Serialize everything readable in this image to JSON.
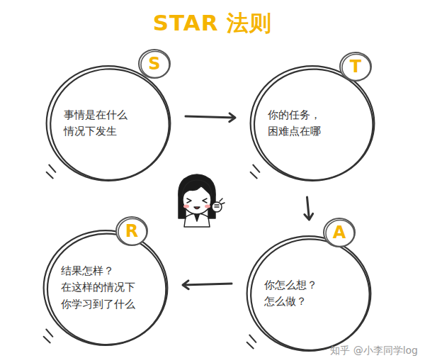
{
  "diagram": {
    "title": "STAR 法则",
    "nodes": [
      {
        "text": [
          "S",
          "事情是在什么 情况下发生"
        ]
      },
      {
        "text": [
          "T",
          "你的任务， 困难点在哪"
        ]
      },
      {
        "text": [
          "A",
          "你怎么想？ 怎么做？"
        ]
      },
      {
        "text": [
          "R",
          "结果怎样？ 在这样的情况下 你学习到了什么"
        ]
      }
    ],
    "edges": [
      {
        "from": 0,
        "to": 1,
        "arrow": "to"
      },
      {
        "from": 1,
        "to": 2,
        "arrow": "to"
      },
      {
        "from": 2,
        "to": 3,
        "arrow": "to"
      }
    ],
    "labels": [
      "知乎 @小李同学log"
    ]
  }
}
